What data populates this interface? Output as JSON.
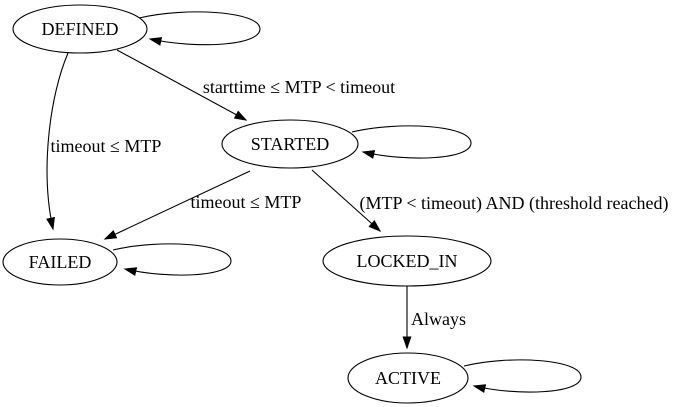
{
  "diagram": {
    "type": "state-machine",
    "colors": {
      "background": "#ffffff",
      "stroke": "#000000",
      "text": "#000000"
    },
    "nodes": [
      {
        "id": "DEFINED",
        "label": "DEFINED",
        "self_loop": true
      },
      {
        "id": "STARTED",
        "label": "STARTED",
        "self_loop": true
      },
      {
        "id": "FAILED",
        "label": "FAILED",
        "self_loop": true
      },
      {
        "id": "LOCKED_IN",
        "label": "LOCKED_IN",
        "self_loop": false
      },
      {
        "id": "ACTIVE",
        "label": "ACTIVE",
        "self_loop": true
      }
    ],
    "edges": [
      {
        "from": "DEFINED",
        "to": "STARTED",
        "label": "starttime ≤ MTP < timeout"
      },
      {
        "from": "DEFINED",
        "to": "FAILED",
        "label": "timeout ≤ MTP"
      },
      {
        "from": "STARTED",
        "to": "FAILED",
        "label": "timeout ≤ MTP"
      },
      {
        "from": "STARTED",
        "to": "LOCKED_IN",
        "label": "(MTP < timeout) AND (threshold reached)"
      },
      {
        "from": "LOCKED_IN",
        "to": "ACTIVE",
        "label": "Always"
      }
    ]
  }
}
